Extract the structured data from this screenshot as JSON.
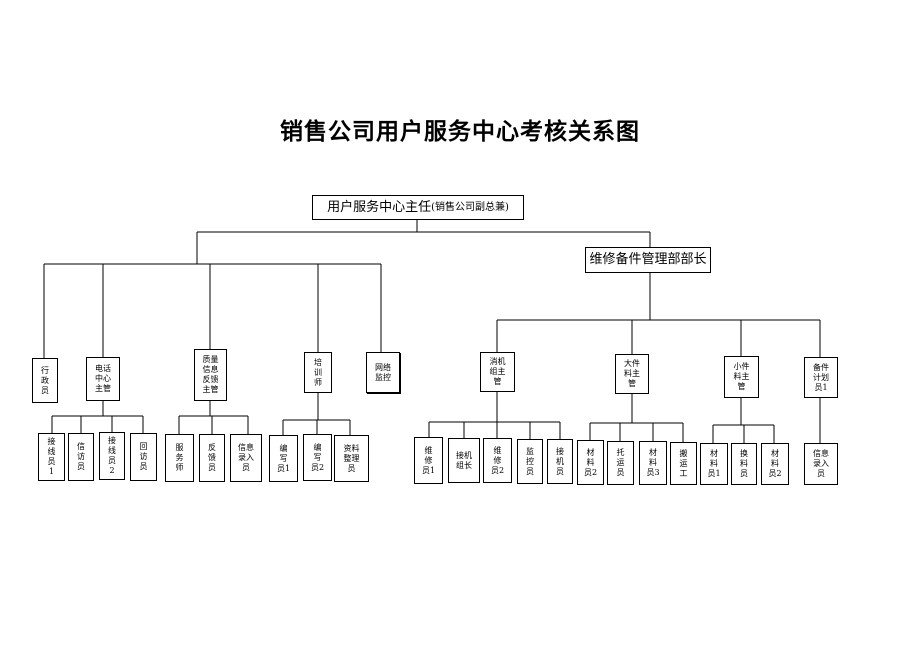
{
  "title": "销售公司用户服务中心考核关系图",
  "root": {
    "label": "用户服务中心主任",
    "note": "(销售公司副总兼)"
  },
  "managers": [
    {
      "id": "xzy",
      "label": "行\n政\n员"
    },
    {
      "id": "dhzx",
      "label": "电话\n中心\n主管"
    },
    {
      "id": "zlxx",
      "label": "质量\n信息\n反馈\n主管"
    },
    {
      "id": "pxs",
      "label": "培\n训\n师"
    },
    {
      "id": "wljk",
      "label": "网络\n监控"
    }
  ],
  "maintenance": {
    "label": "维修备件管理部部长",
    "managers": [
      {
        "id": "xjzz",
        "label": "消机\n组主\n管"
      },
      {
        "id": "djlz",
        "label": "大件\n料主\n管"
      },
      {
        "id": "xjlz",
        "label": "小件\n料主\n管"
      },
      {
        "id": "bjjh",
        "label": "备件\n计划\n员1"
      }
    ]
  },
  "staff": {
    "dhzx": [
      "接\n线\n员\n1",
      "信\n访\n员",
      "接\n线\n员\n2",
      "回\n访\n员"
    ],
    "zlxx": [
      "服\n务\n师",
      "反\n馈\n员",
      "信息\n录入\n员"
    ],
    "pxs": [
      "编\n写\n员1",
      "编\n写\n员2",
      "资料\n整理\n员"
    ],
    "xjzz": [
      "维\n修\n员1",
      "接机\n组长",
      "维\n修\n员2",
      "监\n控\n员",
      "接\n机\n员"
    ],
    "djlz": [
      "材\n料\n员2",
      "托\n运\n员",
      "材\n料\n员3",
      "搬\n运\n工"
    ],
    "xjlz": [
      "材\n料\n员1",
      "换\n料\n员",
      "材\n料\n员2"
    ],
    "bjjh": [
      "信息\n录入\n员"
    ]
  },
  "colors": {
    "line": "#000000",
    "box": "#ffffff"
  }
}
